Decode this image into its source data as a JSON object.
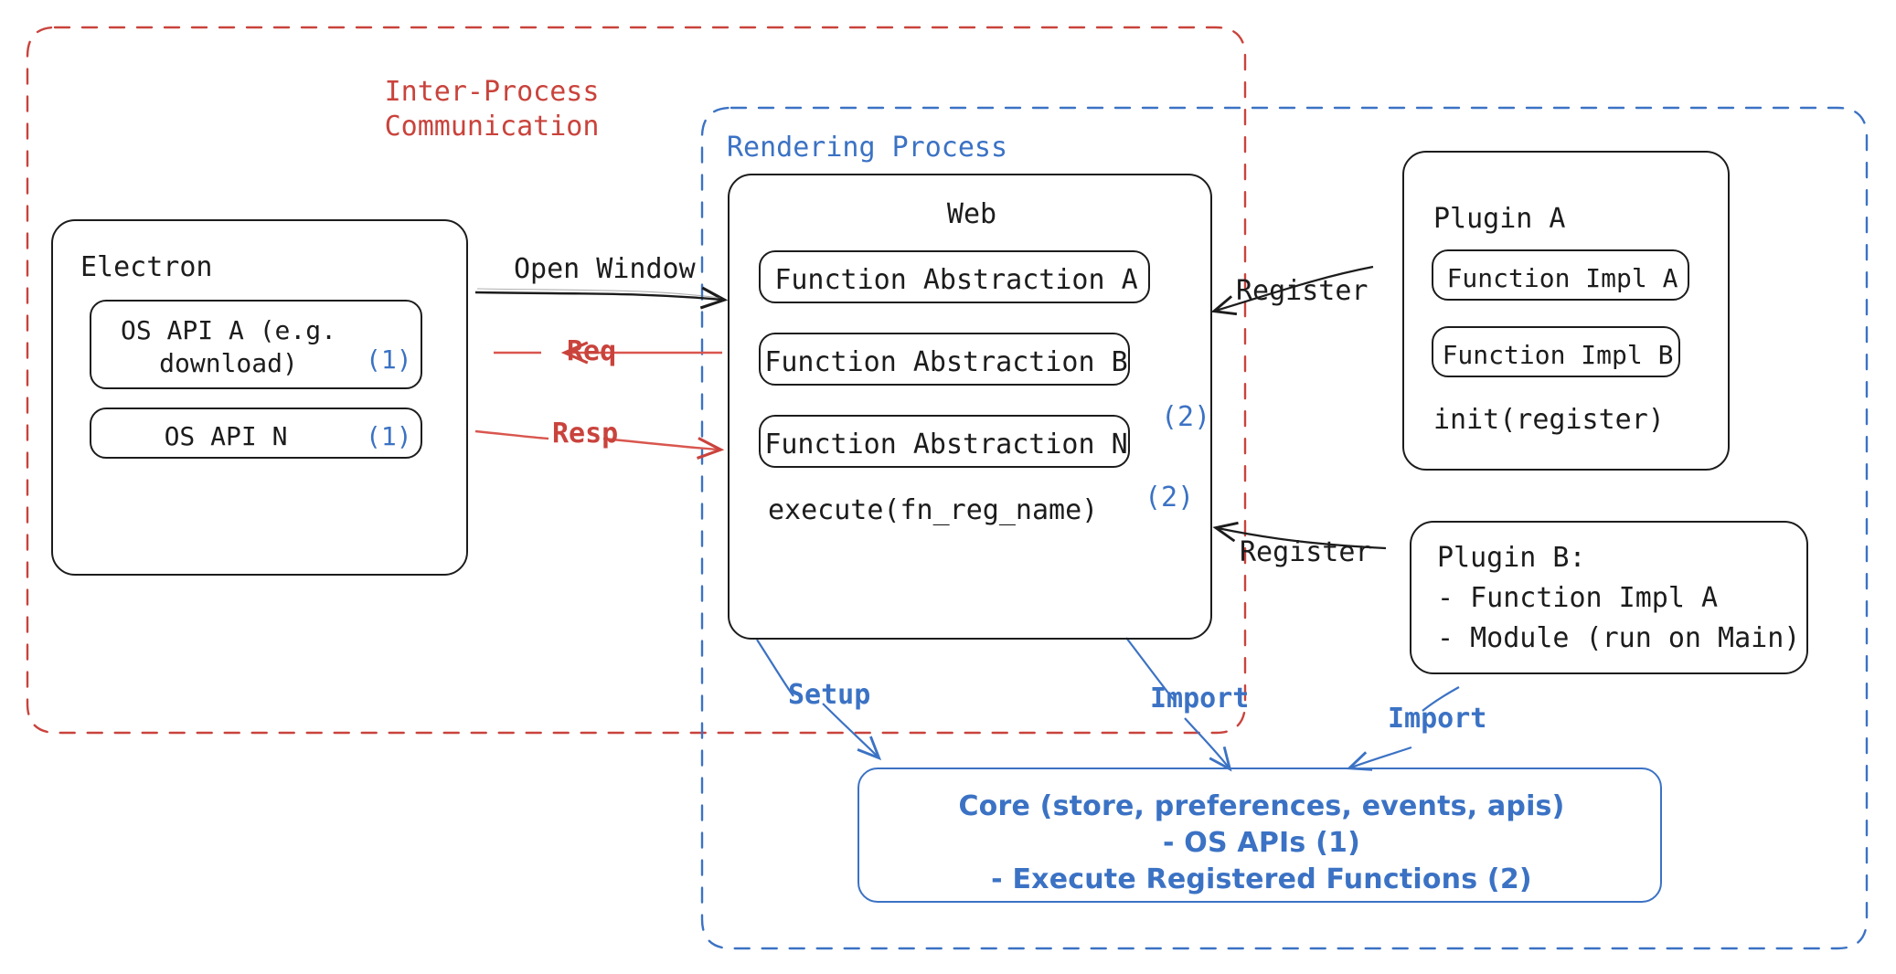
{
  "diagram": {
    "title_not_shown": "",
    "colors": {
      "ink": "#1c1c1c",
      "red": "#c9433c",
      "blue": "#3b72c4"
    },
    "regions": [
      {
        "id": "ipc",
        "label": "Inter-Process\nCommunication",
        "color": "#c9433c",
        "style": "dashed"
      },
      {
        "id": "rendering",
        "label": "Rendering Process",
        "color": "#3b72c4",
        "style": "dashed"
      }
    ],
    "electron": {
      "title": "Electron",
      "items": [
        {
          "text": "OS API A (e.g.\ndownload)",
          "tag": "(1)"
        },
        {
          "text": "OS API N",
          "tag": "(1)"
        }
      ]
    },
    "web": {
      "title": "Web",
      "items": [
        {
          "text": "Function Abstraction A",
          "tag": "(2)"
        },
        {
          "text": "Function Abstraction B",
          "tag": "(2)"
        },
        {
          "text": "Function Abstraction N",
          "tag": ""
        }
      ],
      "footer": "execute(fn_reg_name)"
    },
    "plugin_a": {
      "title": "Plugin A",
      "items": [
        "Function Impl A",
        "Function Impl B"
      ],
      "footer": "init(register)"
    },
    "plugin_b": {
      "lines": [
        "Plugin B:",
        "- Function Impl A",
        "- Module (run on Main)"
      ]
    },
    "core": {
      "lines": [
        "Core (store, preferences, events, apis)",
        "- OS APIs (1)",
        "- Execute Registered Functions (2)"
      ]
    },
    "edges": [
      {
        "id": "open-window",
        "label": "Open Window",
        "color": "#1c1c1c"
      },
      {
        "id": "req",
        "label": "Req",
        "color": "#c9433c"
      },
      {
        "id": "resp",
        "label": "Resp",
        "color": "#c9433c"
      },
      {
        "id": "register-a",
        "label": "Register",
        "color": "#1c1c1c"
      },
      {
        "id": "register-b",
        "label": "Register",
        "color": "#1c1c1c"
      },
      {
        "id": "setup",
        "label": "Setup",
        "color": "#3b72c4"
      },
      {
        "id": "import-web",
        "label": "Import",
        "color": "#3b72c4"
      },
      {
        "id": "import-plug",
        "label": "Import",
        "color": "#3b72c4"
      }
    ]
  }
}
